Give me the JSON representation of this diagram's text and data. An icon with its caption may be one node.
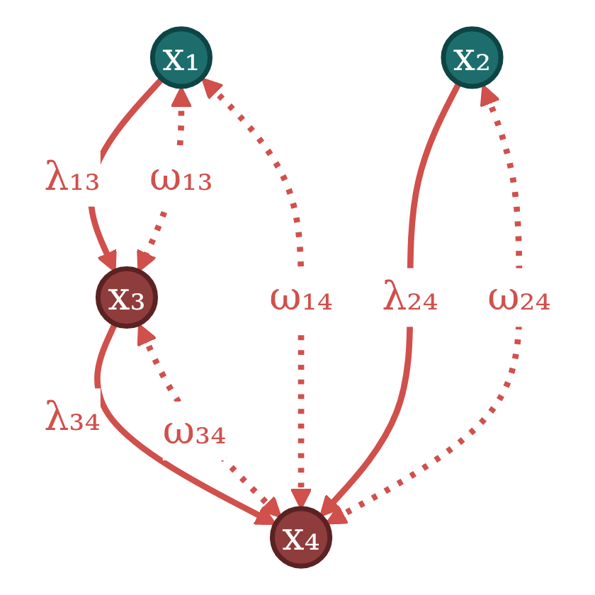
{
  "diagram": {
    "nodes": [
      {
        "text": [
          "x₁"
        ]
      },
      {
        "text": [
          "x₂"
        ]
      },
      {
        "text": [
          "x₃"
        ]
      },
      {
        "text": [
          "x₄"
        ]
      }
    ],
    "edges": [
      {
        "from": 0,
        "to": 2,
        "arrow": "to",
        "label": "λ₁₃"
      },
      {
        "from": 1,
        "to": 3,
        "arrow": "to",
        "label": "λ₂₄"
      },
      {
        "from": 2,
        "to": 3,
        "arrow": "to",
        "label": "λ₃₄"
      },
      {
        "from": 0,
        "to": 2,
        "arrow": "both",
        "label": "ω₁₃",
        "style": "dashed"
      },
      {
        "from": 0,
        "to": 3,
        "arrow": "both",
        "label": "ω₁₄",
        "style": "dashed"
      },
      {
        "from": 1,
        "to": 3,
        "arrow": "both",
        "label": "ω₂₄",
        "style": "dashed"
      },
      {
        "from": 2,
        "to": 3,
        "arrow": "both",
        "label": "ω₃₄",
        "style": "dashed"
      }
    ]
  }
}
